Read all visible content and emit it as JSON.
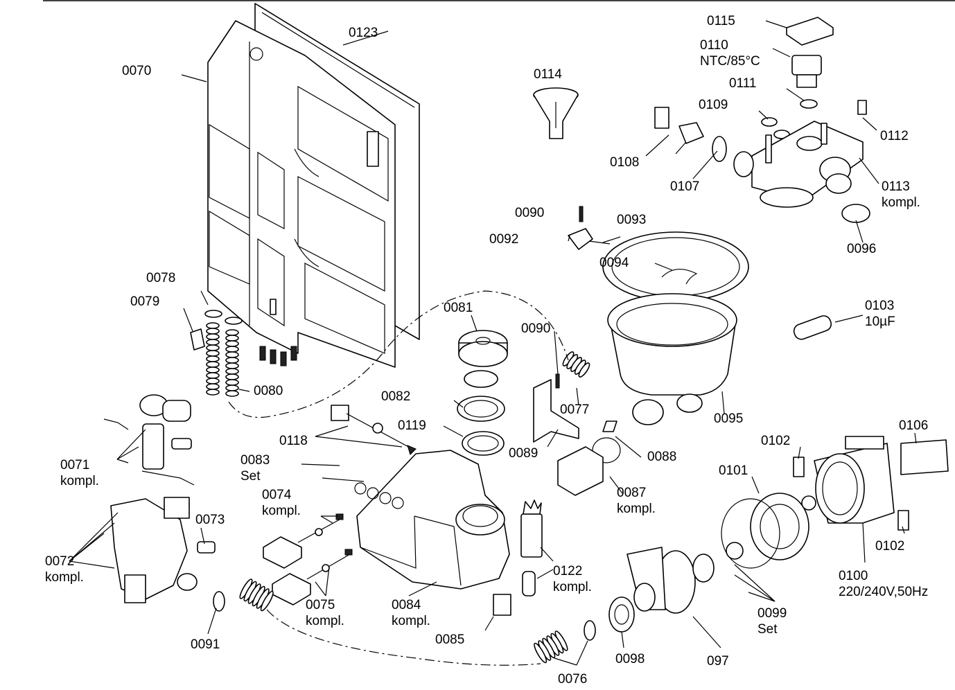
{
  "drawing": {
    "labels": [
      {
        "key": "l0123",
        "lines": [
          "0123"
        ]
      },
      {
        "key": "l0070",
        "lines": [
          "0070"
        ]
      },
      {
        "key": "l0115",
        "lines": [
          "0115"
        ]
      },
      {
        "key": "l0110",
        "lines": [
          "0110",
          "NTC/85°C"
        ]
      },
      {
        "key": "l0111",
        "lines": [
          "0111"
        ]
      },
      {
        "key": "l0109",
        "lines": [
          "0109"
        ]
      },
      {
        "key": "l0112",
        "lines": [
          "0112"
        ]
      },
      {
        "key": "l0108",
        "lines": [
          "0108"
        ]
      },
      {
        "key": "l0107",
        "lines": [
          "0107"
        ]
      },
      {
        "key": "l0113",
        "lines": [
          "0113",
          "kompl."
        ]
      },
      {
        "key": "l0114",
        "lines": [
          "0114"
        ]
      },
      {
        "key": "l0090a",
        "lines": [
          "0090"
        ]
      },
      {
        "key": "l0093",
        "lines": [
          "0093"
        ]
      },
      {
        "key": "l0092",
        "lines": [
          "0092"
        ]
      },
      {
        "key": "l0094",
        "lines": [
          "0094"
        ]
      },
      {
        "key": "l0096",
        "lines": [
          "0096"
        ]
      },
      {
        "key": "l0078",
        "lines": [
          "0078"
        ]
      },
      {
        "key": "l0079",
        "lines": [
          "0079"
        ]
      },
      {
        "key": "l0081",
        "lines": [
          "0081"
        ]
      },
      {
        "key": "l0090b",
        "lines": [
          "0090"
        ]
      },
      {
        "key": "l0103",
        "lines": [
          "0103",
          "10µF"
        ]
      },
      {
        "key": "l0080",
        "lines": [
          "0080"
        ]
      },
      {
        "key": "l0082",
        "lines": [
          "0082"
        ]
      },
      {
        "key": "l0077",
        "lines": [
          "0077"
        ]
      },
      {
        "key": "l0095",
        "lines": [
          "0095"
        ]
      },
      {
        "key": "l0119",
        "lines": [
          "0119"
        ]
      },
      {
        "key": "l0106",
        "lines": [
          "0106"
        ]
      },
      {
        "key": "l0118",
        "lines": [
          "0118"
        ]
      },
      {
        "key": "l0089",
        "lines": [
          "0089"
        ]
      },
      {
        "key": "l0088",
        "lines": [
          "0088"
        ]
      },
      {
        "key": "l0102a",
        "lines": [
          "0102"
        ]
      },
      {
        "key": "l0071",
        "lines": [
          "0071",
          "kompl."
        ]
      },
      {
        "key": "l0083",
        "lines": [
          "0083",
          "Set"
        ]
      },
      {
        "key": "l0101",
        "lines": [
          "0101"
        ]
      },
      {
        "key": "l0087",
        "lines": [
          "0087",
          "kompl."
        ]
      },
      {
        "key": "l0074",
        "lines": [
          "0074",
          "kompl."
        ]
      },
      {
        "key": "l0073",
        "lines": [
          "0073"
        ]
      },
      {
        "key": "l0102b",
        "lines": [
          "0102"
        ]
      },
      {
        "key": "l0072",
        "lines": [
          "0072",
          "kompl."
        ]
      },
      {
        "key": "l0122",
        "lines": [
          "0122",
          "kompl."
        ]
      },
      {
        "key": "l0100",
        "lines": [
          "0100",
          "220/240V,50Hz"
        ]
      },
      {
        "key": "l0075",
        "lines": [
          "0075",
          "kompl."
        ]
      },
      {
        "key": "l0084",
        "lines": [
          "0084",
          "kompl."
        ]
      },
      {
        "key": "l0099",
        "lines": [
          "0099",
          "Set"
        ]
      },
      {
        "key": "l0091",
        "lines": [
          "0091"
        ]
      },
      {
        "key": "l0085",
        "lines": [
          "0085"
        ]
      },
      {
        "key": "l0098",
        "lines": [
          "0098"
        ]
      },
      {
        "key": "l097",
        "lines": [
          "097"
        ]
      },
      {
        "key": "l0076",
        "lines": [
          "0076"
        ]
      }
    ]
  }
}
